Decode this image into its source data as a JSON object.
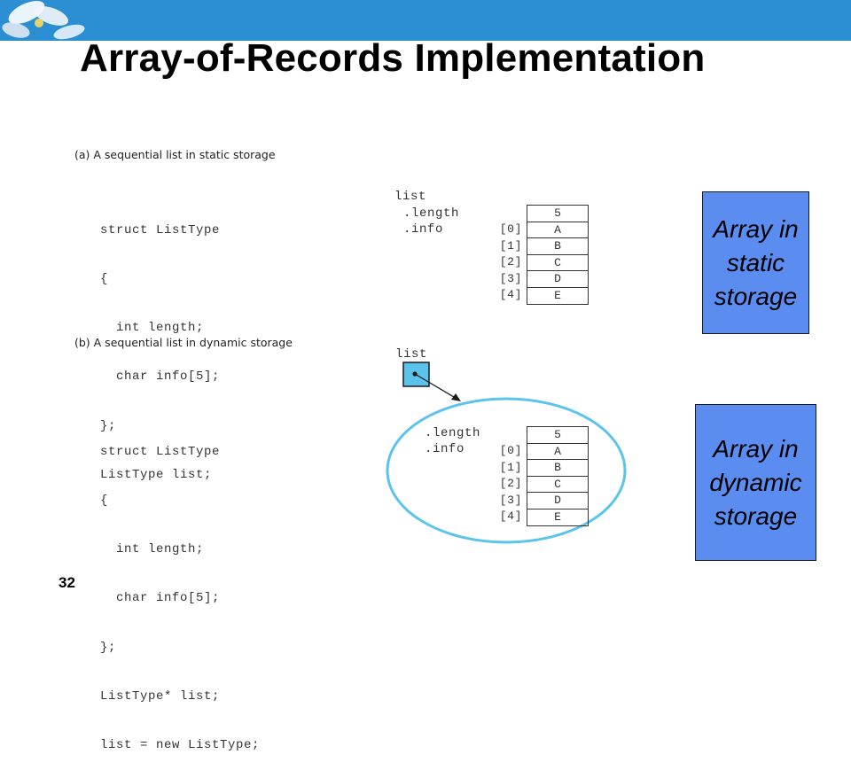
{
  "title": "Array-of-Records Implementation",
  "page_number": "32",
  "colors": {
    "header_bar": "#2b8ed3",
    "callout_static": "#5b8cf0",
    "callout_dynamic": "#5b8cf0",
    "pointer_box": "#5bc3ec",
    "ellipse_stroke": "#5bc3ec"
  },
  "section_a": {
    "caption": "(a) A sequential list in static storage",
    "code": [
      "struct ListType",
      "{",
      "  int length;",
      "  char info[5];",
      "};",
      "ListType list;"
    ],
    "var_name": "list",
    "length_label": ".length",
    "info_label": ".info",
    "length_value": "5",
    "indices": [
      "[0]",
      "[1]",
      "[2]",
      "[3]",
      "[4]"
    ],
    "values": [
      "A",
      "B",
      "C",
      "D",
      "E"
    ]
  },
  "section_b": {
    "caption": "(b) A sequential list in dynamic storage",
    "code": [
      "struct ListType",
      "{",
      "  int length;",
      "  char info[5];",
      "};",
      "ListType* list;",
      "list = new ListType;"
    ],
    "pointer_label": "list",
    "length_label": ".length",
    "info_label": ".info",
    "length_value": "5",
    "indices": [
      "[0]",
      "[1]",
      "[2]",
      "[3]",
      "[4]"
    ],
    "values": [
      "A",
      "B",
      "C",
      "D",
      "E"
    ]
  },
  "callouts": {
    "static": [
      "Array in",
      "static",
      "storage"
    ],
    "dynamic": [
      "Array in",
      "dynamic",
      "storage"
    ]
  }
}
